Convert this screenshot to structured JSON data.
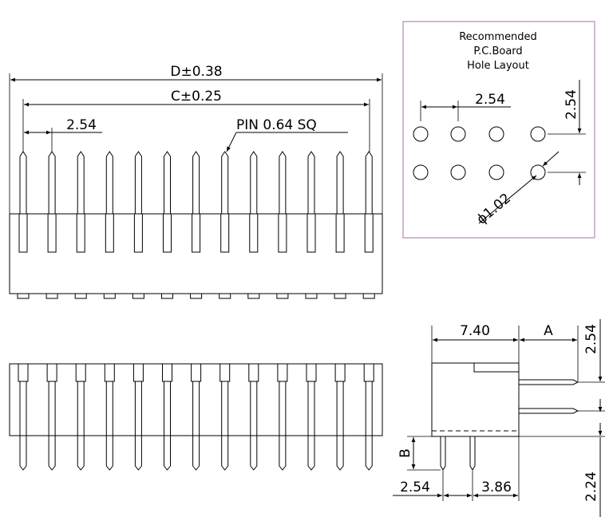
{
  "hole_layout_panel": {
    "title_lines": [
      "Recommended",
      "P.C.Board",
      "Hole Layout"
    ],
    "pitch_h": "2.54",
    "pitch_v": "2.54",
    "hole_diameter": "ϕ1.02",
    "border_color": "#b58ab5"
  },
  "front_view": {
    "dim_d": "D±0.38",
    "dim_c": "C±0.25",
    "pitch": "2.54",
    "pin_label": "PIN  0.64  SQ",
    "pin_count": 13
  },
  "bottom_view": {
    "pin_count": 13
  },
  "side_view": {
    "dim_width": "7.40",
    "dim_a": "A",
    "dim_top": "2.54",
    "dim_b": "B",
    "dim_pitch": "2.54",
    "dim_offset": "3.86",
    "dim_tail": "2.24"
  }
}
